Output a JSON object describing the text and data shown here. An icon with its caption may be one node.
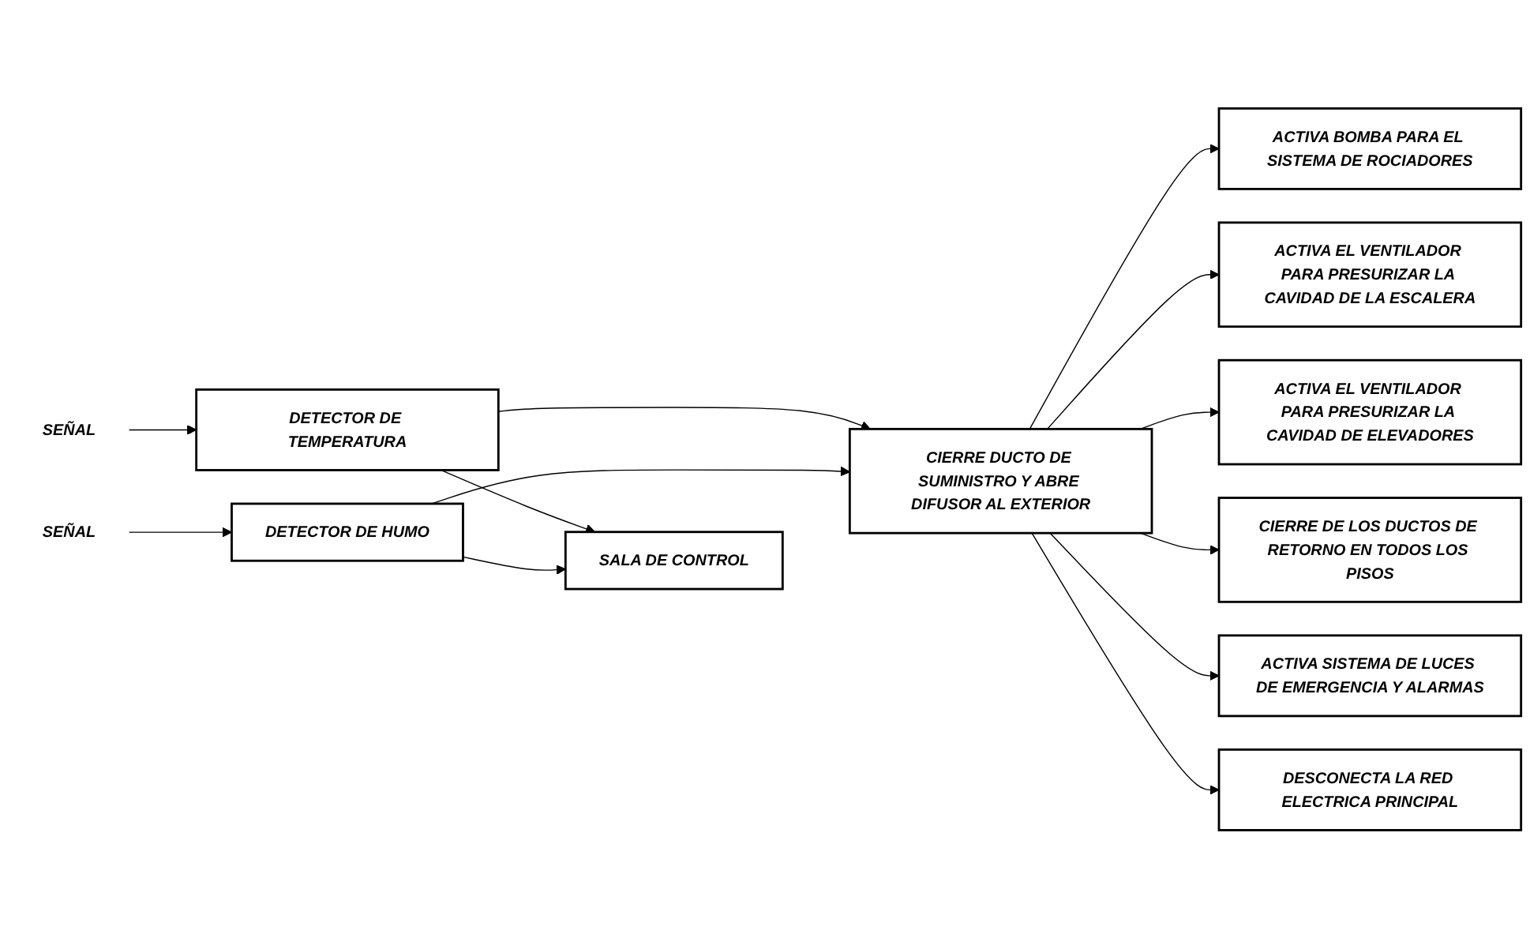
{
  "diagram": {
    "nodes": [
      {
        "text": [
          "SEÑAL"
        ]
      },
      {
        "text": [
          "DETECTOR DE TEMPERATURA"
        ]
      },
      {
        "text": [
          "SEÑAL"
        ]
      },
      {
        "text": [
          "DETECTOR DE HUMO"
        ]
      },
      {
        "text": [
          "SALA DE CONTROL"
        ]
      },
      {
        "text": [
          "CIERRE DUCTO DE SUMINISTRO Y ABRE DIFUSOR AL EXTERIOR"
        ]
      },
      {
        "text": [
          "ACTIVA BOMBA PARA EL SISTEMA DE ROCIADORES"
        ]
      },
      {
        "text": [
          "ACTIVA EL VENTILADOR PARA PRESURIZAR LA CAVIDAD DE LA ESCALERA"
        ]
      },
      {
        "text": [
          "ACTIVA EL VENTILADOR PARA PRESURIZAR LA CAVIDAD DE ELEVADORES"
        ]
      },
      {
        "text": [
          "CIERRE DE LOS DUCTOS DE RETORNO EN TODOS LOS PISOS"
        ]
      },
      {
        "text": [
          "ACTIVA SISTEMA DE LUCES DE EMERGENCIA Y ALARMAS"
        ]
      },
      {
        "text": [
          "DESCONECTA LA RED ELECTRICA PRINCIPAL"
        ]
      }
    ],
    "edges": [
      {
        "from": 0,
        "to": 1,
        "arrow": "to"
      },
      {
        "from": 2,
        "to": 3,
        "arrow": "to"
      },
      {
        "from": 1,
        "to": 4,
        "arrow": "to"
      },
      {
        "from": 1,
        "to": 5,
        "arrow": "to"
      },
      {
        "from": 3,
        "to": 4,
        "arrow": "to"
      },
      {
        "from": 3,
        "to": 5,
        "arrow": "to"
      },
      {
        "from": 5,
        "to": 6,
        "arrow": "to"
      },
      {
        "from": 5,
        "to": 7,
        "arrow": "to"
      },
      {
        "from": 5,
        "to": 8,
        "arrow": "to"
      },
      {
        "from": 5,
        "to": 9,
        "arrow": "to"
      },
      {
        "from": 5,
        "to": 10,
        "arrow": "to"
      },
      {
        "from": 5,
        "to": 11,
        "arrow": "to"
      }
    ]
  }
}
